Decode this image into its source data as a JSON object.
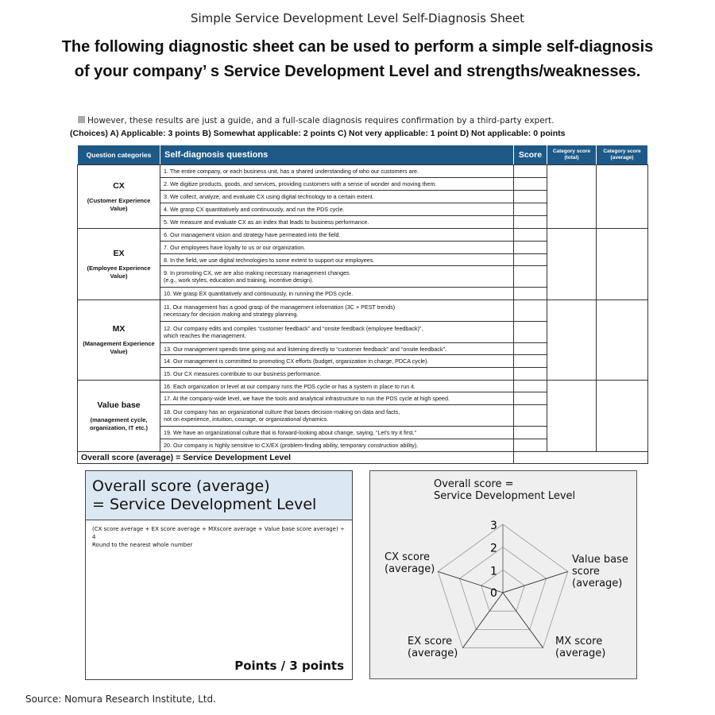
{
  "subtitle": "Simple Service Development Level Self-Diagnosis Sheet",
  "headline_1": "The following diagnostic sheet can be used to perform a simple self-diagnosis",
  "headline_2": "of your company’ s Service Development Level and strengths/weaknesses.",
  "note": "However, these results are just a guide, and a full-scale diagnosis requires confirmation by a third-party expert.",
  "choices": "(Choices)  A) Applicable: 3 points  B) Somewhat applicable: 2 points  C) Not very applicable: 1 point  D) Not applicable: 0 points",
  "table": {
    "headers": [
      "Question categories",
      "Self-diagnosis questions",
      "Score",
      "Category score (total)",
      "Category score (average)"
    ],
    "categories": [
      {
        "name": "CX",
        "sub": "(Customer Experience Value)",
        "questions": [
          "1. The entire company, or each business unit, has a shared understanding of who our customers are.",
          "2. We digitize products, goods, and services, providing customers with a sense of wonder and moving them.",
          "3. We collect, analyze, and evaluate CX using digital technology to a certain extent.",
          "4. We grasp CX quantitatively and continuously, and run the PDS cycle.",
          "5. We measure and evaluate CX as an index that leads to business performance."
        ]
      },
      {
        "name": "EX",
        "sub": "(Employee Experience Value)",
        "questions": [
          "6. Our management vision and strategy have permeated into the field.",
          "7.  Our employees have loyalty to us or our organization.",
          "8. In the field, we use digital technologies to some extent to support our employees.",
          "9. In promoting CX, we are also making necessary management changes\n(e.g., work styles, education and training, incentive design).",
          "10. We grasp EX quantitatively and continuously, in running the PDS cycle."
        ]
      },
      {
        "name": "MX",
        "sub": "(Management Experience Value)",
        "questions": [
          "11. Our management has a good grasp of the management information (3C + PEST trends)\nnecessary for decision making and strategy planning.",
          "12. Our company edits and compiles “customer feedback” and “onsite feedback (employee feedback)”,\nwhich reaches the management.",
          "13. Our management spends time going out and listening directly to “customer feedback” and “onsite feedback”.",
          "14. Our management is committed to promoting CX efforts (budget, organization in charge, PDCA cycle).",
          "15. Our CX measures contribute to our business performance."
        ]
      },
      {
        "name": "Value base",
        "sub": "(management cycle, organization, IT etc.)",
        "questions": [
          "16. Each organization or level at our company runs the PDS cycle or has a system in place to run it.",
          "17. At the company-wide level, we have the tools and analytical infrastructure to run the PDS cycle at high speed.",
          "18. Our company has an organizational culture that bases decision-making on data and facts,\nnot on experience, intuition, courage, or organizational dynamics.",
          "19. We have an organizational culture that is forward-looking about change, saying, “Let's try it first.”",
          "20. Our company is highly sensitive to CX/EX (problem-finding ability, temporary construction ability)."
        ]
      }
    ],
    "overall_label": "Overall score (average) = Service Development Level"
  },
  "summary_box": {
    "title_1": "Overall score (average)",
    "title_2": "= Service Development Level",
    "formula_1": "(CX score average + EX score average + MXscore average + Value base score average) ÷ 4",
    "formula_2": "Round to the nearest whole number",
    "points": "Points / 3 points"
  },
  "chart_data": {
    "type": "radar",
    "axes": [
      "Overall score =\nService Development Level",
      "Value base\nscore\n(average)",
      "MX score\n(average)",
      "EX score\n(average)",
      "CX score\n(average)"
    ],
    "ticks": [
      "0",
      "1",
      "2",
      "3"
    ],
    "range": [
      0,
      3
    ],
    "values": []
  },
  "source": "Source: Nomura Research Institute, Ltd."
}
